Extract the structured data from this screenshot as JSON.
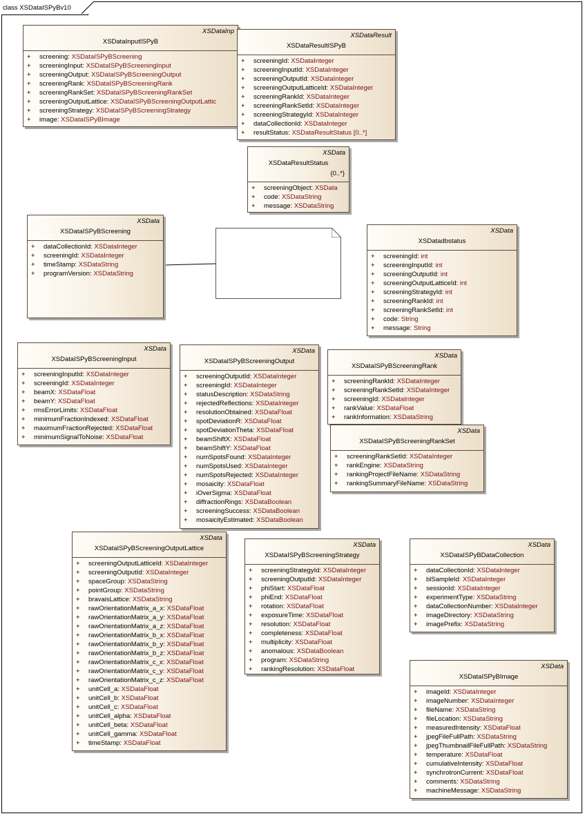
{
  "frame": {
    "title": "class XSDataISPyBv10"
  },
  "classes": [
    {
      "id": "input-ispyb",
      "stereotype": "XSDataInp",
      "name": "XSDataInputISPyB",
      "multiplicity": "",
      "attrs": [
        [
          "screening",
          "XSDataISPyBScreening"
        ],
        [
          "screeningInput",
          "XSDataISPyBScreeningInput"
        ],
        [
          "screeningOutput",
          "XSDataISPyBScreeningOutput"
        ],
        [
          "screeningRank",
          "XSDataISPyBScreeningRank"
        ],
        [
          "screeningRankSet",
          "XSDataISPyBScreeningRankSet"
        ],
        [
          "screeningOutputLattice",
          "XSDataISPyBScreeningOutputLattic"
        ],
        [
          "screeningStrategy",
          "XSDataISPyBScreeningStrategy"
        ],
        [
          "image",
          "XSDataISPyBImage"
        ]
      ]
    },
    {
      "id": "result-ispyb",
      "stereotype": "XSDataResult",
      "name": "XSDataResultISPyB",
      "multiplicity": "",
      "attrs": [
        [
          "screeningId",
          "XSDataInteger"
        ],
        [
          "screeningInputId",
          "XSDataInteger"
        ],
        [
          "screeningOutputId",
          "XSDataInteger"
        ],
        [
          "screeningOutputLatticeId",
          "XSDataInteger"
        ],
        [
          "screeningRankId",
          "XSDataInteger"
        ],
        [
          "screeningRankSetId",
          "XSDataInteger"
        ],
        [
          "screeningStrategyId",
          "XSDataInteger"
        ],
        [
          "dataCollectionId",
          "XSDataInteger"
        ],
        [
          "resultStatus",
          "XSDataResultStatus [0..*]"
        ]
      ]
    },
    {
      "id": "result-status",
      "stereotype": "XSData",
      "name": "XSDataResultStatus",
      "multiplicity": "{0..*}",
      "attrs": [
        [
          "screeningObject",
          "XSData"
        ],
        [
          "code",
          "XSDataString"
        ],
        [
          "message",
          "XSDataString"
        ]
      ]
    },
    {
      "id": "screening",
      "stereotype": "XSData",
      "name": "XSDataISPyBScreening",
      "multiplicity": "",
      "attrs": [
        [
          "dataCollectionId",
          "XSDataInteger"
        ],
        [
          "screeningId",
          "XSDataInteger"
        ],
        [
          "timeStamp",
          "XSDataString"
        ],
        [
          "programVersion",
          "XSDataString"
        ]
      ]
    },
    {
      "id": "dbstatus",
      "stereotype": "XSData",
      "name": "XSDatadbstatus",
      "multiplicity": "",
      "attrs": [
        [
          "screeningId",
          "int"
        ],
        [
          "screeningInputId",
          "int"
        ],
        [
          "screeningOutputId",
          "int"
        ],
        [
          "screeningOutputLatticeId",
          "int"
        ],
        [
          "screeningStrategyId",
          "int"
        ],
        [
          "screeningRankId",
          "int"
        ],
        [
          "screeningRankSetId",
          "int"
        ],
        [
          "code",
          "String"
        ],
        [
          "message",
          "String"
        ]
      ]
    },
    {
      "id": "screening-input",
      "stereotype": "XSData",
      "name": "XSDataISPyBScreeningInput",
      "multiplicity": "",
      "attrs": [
        [
          "screeningInputId",
          "XSDataInteger"
        ],
        [
          "screeningId",
          "XSDataInteger"
        ],
        [
          "beamX",
          "XSDataFloat"
        ],
        [
          "beamY",
          "XSDataFloat"
        ],
        [
          "rmsErrorLimits",
          "XSDataFloat"
        ],
        [
          "minimumFractionIndexed",
          "XSDataFloat"
        ],
        [
          "maximumFractionRejected",
          "XSDataFloat"
        ],
        [
          "minimumSignalToNoise",
          "XSDataFloat"
        ]
      ]
    },
    {
      "id": "screening-output",
      "stereotype": "XSData",
      "name": "XSDataISPyBScreeningOutput",
      "multiplicity": "",
      "attrs": [
        [
          "screeningOutputId",
          "XSDataInteger"
        ],
        [
          "screeningId",
          "XSDataInteger"
        ],
        [
          "statusDescription",
          "XSDataString"
        ],
        [
          "rejectedReflections",
          "XSDataInteger"
        ],
        [
          "resolutionObtained",
          "XSDataFloat"
        ],
        [
          "spotDeviationR",
          "XSDataFloat"
        ],
        [
          "spotDeviationTheta",
          "XSDataFloat"
        ],
        [
          "beamShiftX",
          "XSDataFloat"
        ],
        [
          "beamShiftY",
          "XSDataFloat"
        ],
        [
          "numSpotsFound",
          "XSDataInteger"
        ],
        [
          "numSpotsUsed",
          "XSDataInteger"
        ],
        [
          "numSpotsRejected",
          "XSDataInteger"
        ],
        [
          "mosaicity",
          "XSDataFloat"
        ],
        [
          "iOverSigma",
          "XSDataFloat"
        ],
        [
          "diffractionRings",
          "XSDataBoolean"
        ],
        [
          "screeningSuccess",
          "XSDataBoolean"
        ],
        [
          "mosaicityEstimated",
          "XSDataBoolean"
        ]
      ]
    },
    {
      "id": "screening-rank",
      "stereotype": "XSData",
      "name": "XSDataISPyBScreeningRank",
      "multiplicity": "",
      "attrs": [
        [
          "screeningRankId",
          "XSDataInteger"
        ],
        [
          "screeningRankSetId",
          "XSDataInteger"
        ],
        [
          "screeningId",
          "XSDataInteger"
        ],
        [
          "rankValue",
          "XSDataFloat"
        ],
        [
          "rankInformation",
          "XSDataString"
        ]
      ]
    },
    {
      "id": "screening-rank-set",
      "stereotype": "XSData",
      "name": "XSDataISPyBScreeningRankSet",
      "multiplicity": "",
      "attrs": [
        [
          "screeningRankSetId",
          "XSDataInteger"
        ],
        [
          "rankEngine",
          "XSDataString"
        ],
        [
          "rankingProjectFileName",
          "XSDataString"
        ],
        [
          "rankingSummaryFileName",
          "XSDataString"
        ]
      ]
    },
    {
      "id": "screening-output-lattice",
      "stereotype": "XSData",
      "name": "XSDataISPyBScreeningOutputLattice",
      "multiplicity": "",
      "attrs": [
        [
          "screeningOutputLatticeId",
          "XSDataInteger"
        ],
        [
          "screeningOutputId",
          "XSDataInteger"
        ],
        [
          "spaceGroup",
          "XSDataString"
        ],
        [
          "pointGroup",
          "XSDataString"
        ],
        [
          "bravaisLattice",
          "XSDataString"
        ],
        [
          "rawOrientationMatrix_a_x",
          "XSDataFloat"
        ],
        [
          "rawOrientationMatrix_a_y",
          "XSDataFloat"
        ],
        [
          "rawOrientationMatrix_a_z",
          "XSDataFloat"
        ],
        [
          "rawOrientationMatrix_b_x",
          "XSDataFloat"
        ],
        [
          "rawOrientationMatrix_b_y",
          "XSDataFloat"
        ],
        [
          "rawOrientationMatrix_b_z",
          "XSDataFloat"
        ],
        [
          "rawOrientationMatrix_c_x",
          "XSDataFloat"
        ],
        [
          "rawOrientationMatrix_c_y",
          "XSDataFloat"
        ],
        [
          "rawOrientationMatrix_c_z",
          "XSDataFloat"
        ],
        [
          "unitCell_a",
          "XSDataFloat"
        ],
        [
          "unitCell_b",
          "XSDataFloat"
        ],
        [
          "unitCell_c",
          "XSDataFloat"
        ],
        [
          "unitCell_alpha",
          "XSDataFloat"
        ],
        [
          "unitCell_beta",
          "XSDataFloat"
        ],
        [
          "unitCell_gamma",
          "XSDataFloat"
        ],
        [
          "timeStamp",
          "XSDataFloat"
        ]
      ]
    },
    {
      "id": "screening-strategy",
      "stereotype": "XSData",
      "name": "XSDataISPyBScreeningStrategy",
      "multiplicity": "",
      "attrs": [
        [
          "screeningStrategyId",
          "XSDataInteger"
        ],
        [
          "screeningOutputId",
          "XSDataInteger"
        ],
        [
          "phiStart",
          "XSDataFloat"
        ],
        [
          "phiEnd",
          "XSDataFloat"
        ],
        [
          "rotation",
          "XSDataFloat"
        ],
        [
          "exposureTime",
          "XSDataFloat"
        ],
        [
          "resolution",
          "XSDataFloat"
        ],
        [
          "completeness",
          "XSDataFloat"
        ],
        [
          "multiplicity",
          "XSDataFloat"
        ],
        [
          "anomalous",
          "XSDataBoolean"
        ],
        [
          "program",
          "XSDataString"
        ],
        [
          "rankingResolution",
          "XSDataFloat"
        ]
      ]
    },
    {
      "id": "data-collection",
      "stereotype": "XSData",
      "name": "XSDataISPyBDataCollection",
      "multiplicity": "",
      "attrs": [
        [
          "dataCollectionId",
          "XSDataInteger"
        ],
        [
          "blSampleId",
          "XSDataInteger"
        ],
        [
          "sessionId",
          "XSDataInteger"
        ],
        [
          "experimentType",
          "XSDataString"
        ],
        [
          "dataCollectionNumber",
          "XSDataInteger"
        ],
        [
          "imageDirectory",
          "XSDataString"
        ],
        [
          "imagePrefix",
          "XSDataString"
        ]
      ]
    },
    {
      "id": "image",
      "stereotype": "XSData",
      "name": "XSDataISPyBImage",
      "multiplicity": "",
      "attrs": [
        [
          "imageId",
          "XSDataInteger"
        ],
        [
          "imageNumber",
          "XSDataInteger"
        ],
        [
          "fileName",
          "XSDataString"
        ],
        [
          "fileLocation",
          "XSDataString"
        ],
        [
          "measuredIntensity",
          "XSDataFloat"
        ],
        [
          "jpegFileFullPath",
          "XSDataString"
        ],
        [
          "jpegThumbnailFileFullPath",
          "XSDataString"
        ],
        [
          "temperature",
          "XSDataFloat"
        ],
        [
          "cumulativeIntensity",
          "XSDataFloat"
        ],
        [
          "synchrotronCurrent",
          "XSDataFloat"
        ],
        [
          "comments",
          "XSDataString"
        ],
        [
          "machineMessage",
          "XSDataString"
        ]
      ]
    }
  ]
}
